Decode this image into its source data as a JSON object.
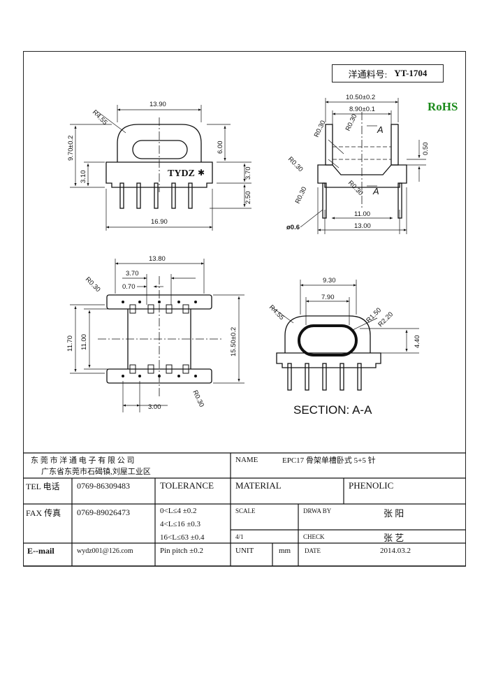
{
  "header": {
    "part_label": "洋通料号:",
    "part_number": "YT-1704",
    "rohs": "RoHS"
  },
  "front_view": {
    "dims": [
      "13.90",
      "R4.55",
      "9.70",
      "±0.2",
      "3.10",
      "6.00",
      "3.70",
      "2.50",
      "16.90"
    ],
    "brand": "TYDZ"
  },
  "side_view": {
    "dims": [
      "10.50±0.2",
      "8.90±0.1",
      "R0.30",
      "R0.30",
      "R0.30",
      "R0.30",
      "R0.30",
      "0.50",
      "11.00",
      "13.00",
      "ø0.6"
    ],
    "section_marker": "A"
  },
  "bottom_view": {
    "dims": [
      "13.80",
      "3.70",
      "R0.30",
      "0.70",
      "11.70",
      "11.00",
      "15.50±0.2",
      "R0.30",
      "3.00"
    ]
  },
  "section_view": {
    "dims": [
      "9.30",
      "7.90",
      "R4.55",
      "R1.50",
      "R2.20",
      "4.40"
    ],
    "label": "SECTION: A-A"
  },
  "title_block": {
    "company": "东 莞 市 洋 通 电 子 有 限 公 司",
    "address": "广东省东莞市石碣镇,刘屋工业区",
    "name_label": "NAME",
    "name_value": "EPC17 骨架单槽卧式 5+5 针",
    "tel_label": "TEL 电话",
    "tel_value": "0769-86309483",
    "tolerance_label": "TOLERANCE",
    "material_label": "MATERIAL",
    "material_value": "PHENOLIC",
    "fax_label": "FAX 传真",
    "fax_value": "0769-89026473",
    "tol_1": "0<L≤4   ±0.2",
    "tol_2": "4<L≤16  ±0.3",
    "tol_3": "16<L≤63 ±0.4",
    "tol_4": "Pin pitch ±0.2",
    "scale_label": "SCALE",
    "scale_value": "4/1",
    "drawby_label": "DRWA BY",
    "drawby_value": "张 阳",
    "check_label": "CHECK",
    "check_value": "张 艺",
    "email_label": "E--mail",
    "email_value": "wydz001@126.com",
    "unit_label": "UNIT",
    "unit_value": "mm",
    "date_label": "DATE",
    "date_value": "2014.03.2"
  }
}
